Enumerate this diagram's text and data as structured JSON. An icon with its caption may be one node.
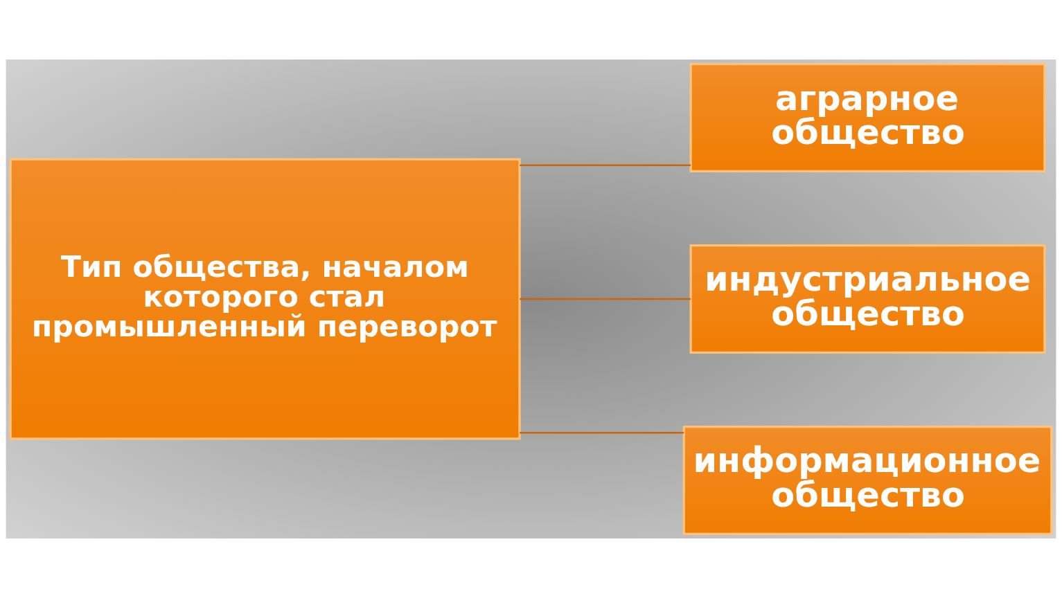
{
  "diagram": {
    "nodes": [
      {
        "text": [
          "Тип общества, началом которого стал промышленный переворот"
        ]
      },
      {
        "text": [
          "аграрное общество"
        ]
      },
      {
        "text": [
          "индустриальное общество"
        ]
      },
      {
        "text": [
          "информационное общество"
        ]
      }
    ],
    "edges": [
      {
        "from": 0,
        "to": 1,
        "arrow": "none"
      },
      {
        "from": 0,
        "to": 2,
        "arrow": "none"
      },
      {
        "from": 0,
        "to": 3,
        "arrow": "none"
      }
    ]
  }
}
